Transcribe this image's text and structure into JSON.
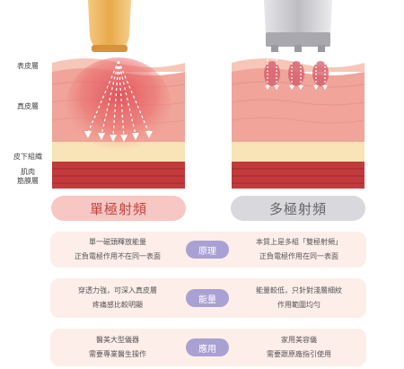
{
  "layers": {
    "epidermis": "表皮層",
    "dermis": "真皮層",
    "subcutaneous": "皮下組織",
    "muscle_line1": "肌肉",
    "muscle_line2": "筋膜層"
  },
  "titles": {
    "left": "單極射頻",
    "right": "多極射頻"
  },
  "comparison": [
    {
      "category": "原理",
      "left": [
        "單一磁頭釋放能量",
        "正負電極作用不在同一表面"
      ],
      "right": [
        "本質上是多組「雙極射頻」",
        "正負電極作用在同一表面"
      ]
    },
    {
      "category": "能量",
      "left": [
        "穿透力強，可深入真皮層",
        "疼痛感比較明顯"
      ],
      "right": [
        "能量較低，只針對淺層細紋",
        "作用範圍均勻"
      ]
    },
    {
      "category": "應用",
      "left": [
        "醫美大型儀器",
        "需要專業醫生操作"
      ],
      "right": [
        "家用美容儀",
        "需要跟原廠指引使用"
      ]
    }
  ],
  "colors": {
    "epidermis": "#f6c7b9",
    "dermis": "#f0a49a",
    "subcutaneous": "#f8e4b6",
    "muscle": "#c23a3c",
    "pill_left_bg": "#f7c7c4",
    "pill_left_text": "#c1443e",
    "pill_right_bg": "#d9d9dd",
    "row_bg": "#fdeeea",
    "badge_bg": "#a9a1d3",
    "probe_gold": "#e9b15d",
    "probe_gray": "#c8c8cc"
  }
}
